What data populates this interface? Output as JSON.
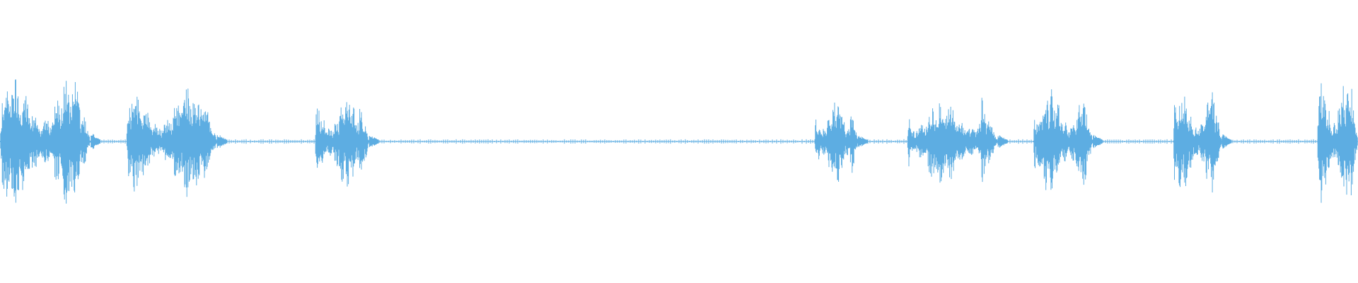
{
  "waveform": {
    "color": "#5dade2",
    "background": "#ffffff",
    "segments": [
      {
        "start": 0.0,
        "end": 0.067,
        "amplitude": 0.9
      },
      {
        "start": 0.093,
        "end": 0.16,
        "amplitude": 0.75
      },
      {
        "start": 0.232,
        "end": 0.272,
        "amplitude": 0.65
      },
      {
        "start": 0.6,
        "end": 0.632,
        "amplitude": 0.6
      },
      {
        "start": 0.668,
        "end": 0.735,
        "amplitude": 0.62
      },
      {
        "start": 0.761,
        "end": 0.805,
        "amplitude": 0.75
      },
      {
        "start": 0.864,
        "end": 0.9,
        "amplitude": 0.7
      },
      {
        "start": 0.97,
        "end": 1.0,
        "amplitude": 0.9
      }
    ]
  }
}
